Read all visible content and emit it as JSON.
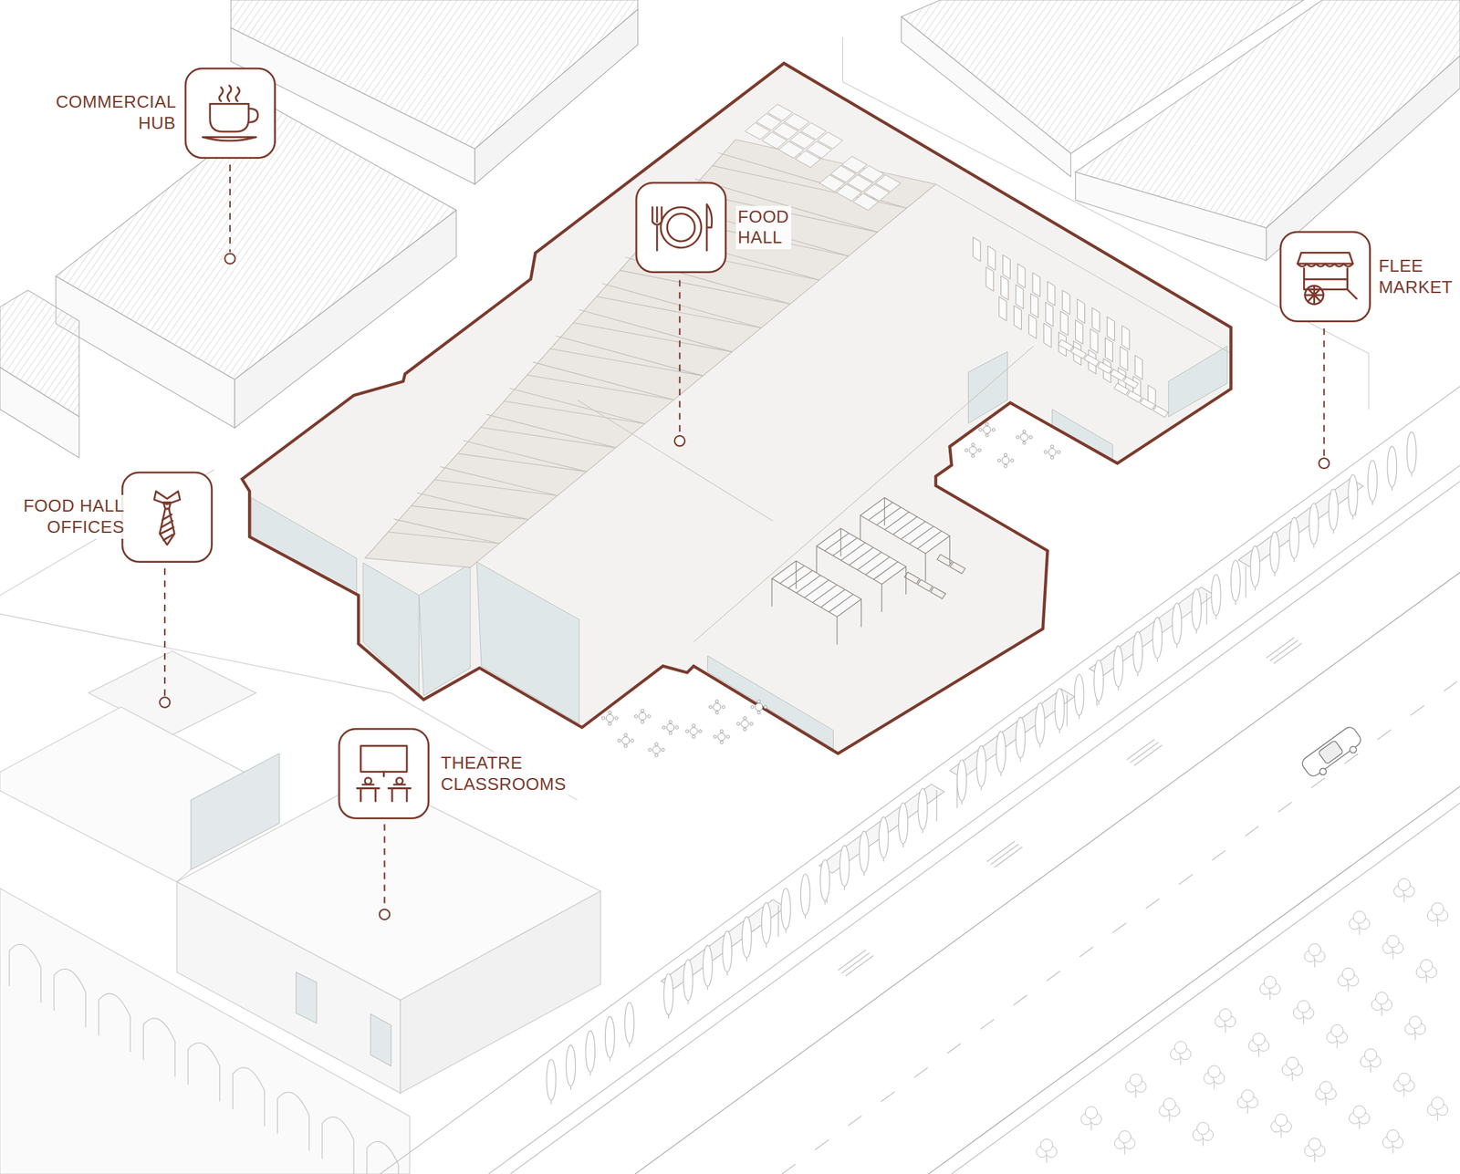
{
  "diagram": {
    "nodes": [
      {
        "text": [
          "COMMERCIAL HUB"
        ]
      },
      {
        "text": [
          "FOOD HALL"
        ]
      },
      {
        "text": [
          "FLEE MARKET"
        ]
      },
      {
        "text": [
          "FOOD HALL OFFICES"
        ]
      },
      {
        "text": [
          "THEATRE CLASSROOMS"
        ]
      }
    ]
  }
}
